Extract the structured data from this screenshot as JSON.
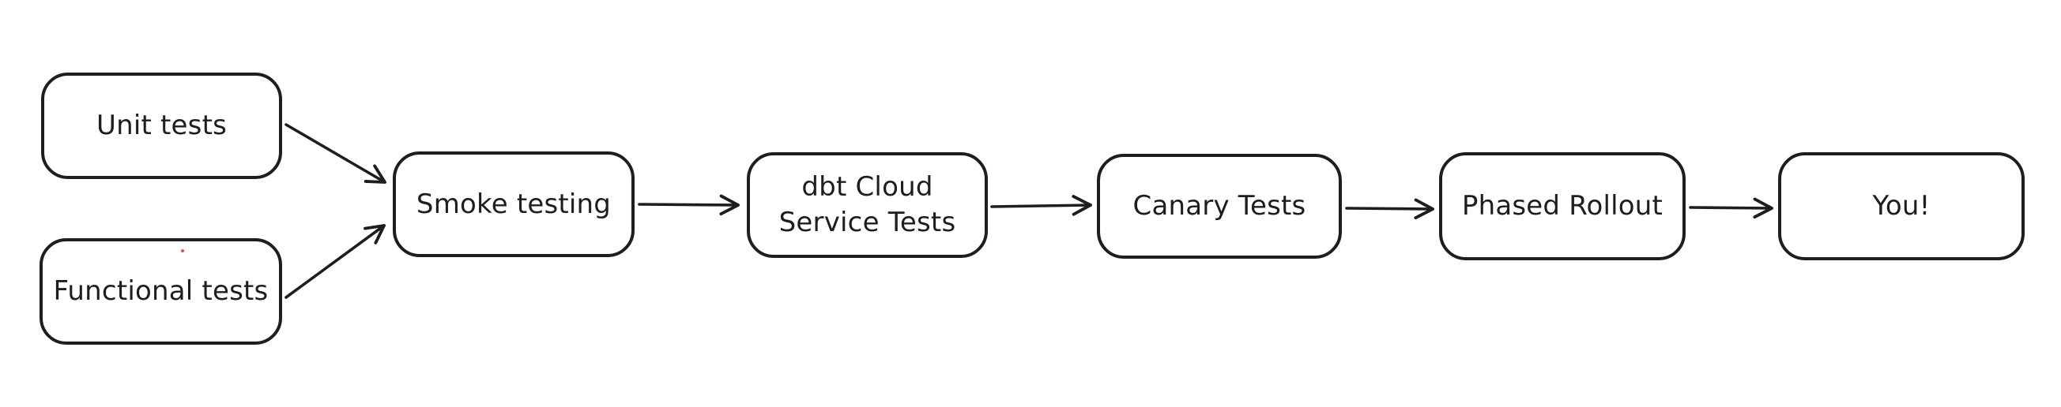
{
  "diagram": {
    "background_color": "#ffffff",
    "stroke_color": "#1e1e1e",
    "stray_dot_color": "#e03131",
    "nodes": [
      {
        "id": "unit-tests",
        "label": "Unit tests"
      },
      {
        "id": "functional-tests",
        "label": "Functional tests"
      },
      {
        "id": "smoke-testing",
        "label": "Smoke testing"
      },
      {
        "id": "dbt-cloud-service-tests",
        "label": "dbt Cloud\nService Tests"
      },
      {
        "id": "canary-tests",
        "label": "Canary Tests"
      },
      {
        "id": "phased-rollout",
        "label": "Phased Rollout"
      },
      {
        "id": "you",
        "label": "You!"
      }
    ],
    "edges": [
      {
        "from": "unit-tests",
        "to": "smoke-testing"
      },
      {
        "from": "functional-tests",
        "to": "smoke-testing"
      },
      {
        "from": "smoke-testing",
        "to": "dbt-cloud-service-tests"
      },
      {
        "from": "dbt-cloud-service-tests",
        "to": "canary-tests"
      },
      {
        "from": "canary-tests",
        "to": "phased-rollout"
      },
      {
        "from": "phased-rollout",
        "to": "you"
      }
    ]
  }
}
